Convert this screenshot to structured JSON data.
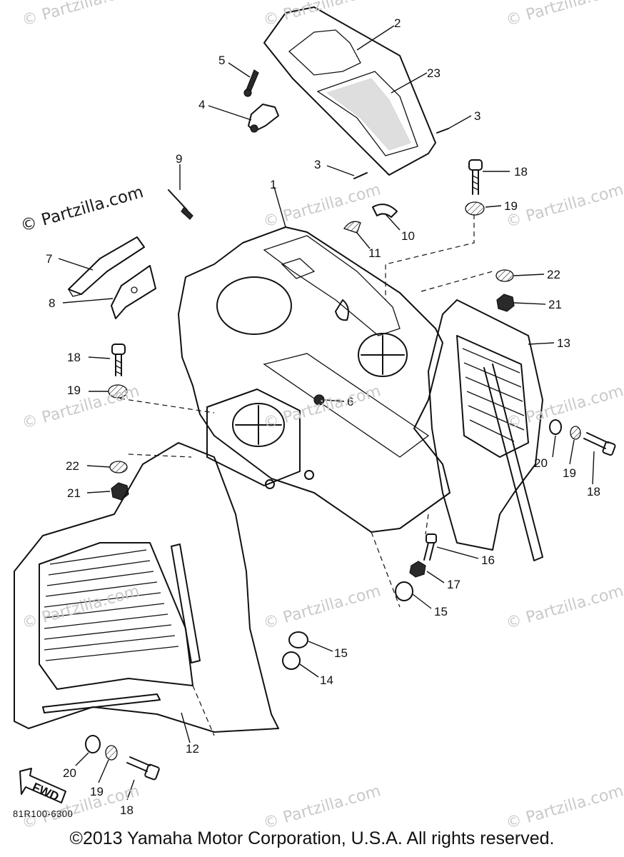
{
  "watermark": {
    "text": "© Partzilla.com",
    "featured_text": "© Partzilla.com"
  },
  "callouts": {
    "c1": "1",
    "c2": "2",
    "c3a": "3",
    "c3b": "3",
    "c4": "4",
    "c5": "5",
    "c6": "6",
    "c7": "7",
    "c8": "8",
    "c9": "9",
    "c10": "10",
    "c11": "11",
    "c12": "12",
    "c13": "13",
    "c14": "14",
    "c15a": "15",
    "c15b": "15",
    "c16": "16",
    "c17": "17",
    "c18a": "18",
    "c18b": "18",
    "c18c": "18",
    "c18d": "18",
    "c19a": "19",
    "c19b": "19",
    "c19c": "19",
    "c19d": "19",
    "c20a": "20",
    "c20b": "20",
    "c21a": "21",
    "c21b": "21",
    "c22a": "22",
    "c22b": "22",
    "c23": "23"
  },
  "fwd_label": "FWD",
  "diagram_code": "81R100-6300",
  "copyright": "©2013  Yamaha Motor Corporation, U.S.A. All rights reserved."
}
